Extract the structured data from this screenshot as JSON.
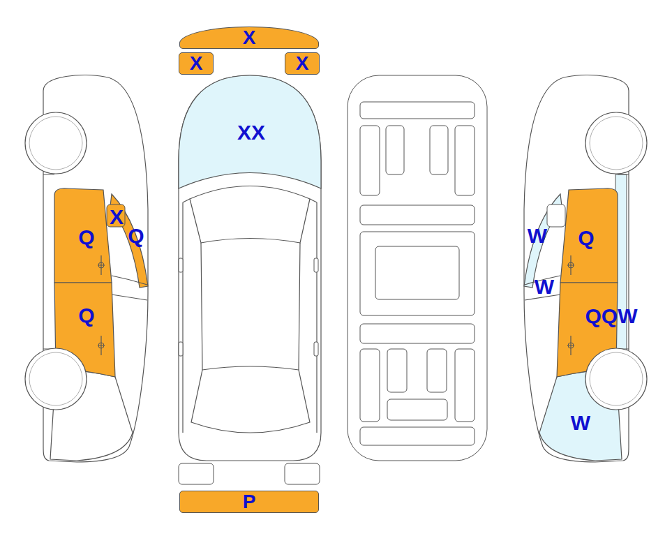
{
  "diagram": {
    "nodes": [
      {
        "text": [
          "X"
        ]
      },
      {
        "text": [
          "X"
        ]
      },
      {
        "text": [
          "X"
        ]
      },
      {
        "text": [
          "P"
        ]
      }
    ],
    "labels": [
      "XX",
      "X",
      "Q",
      "Q",
      "Q",
      "W",
      "Q",
      "W",
      "QQW",
      "W"
    ]
  }
}
